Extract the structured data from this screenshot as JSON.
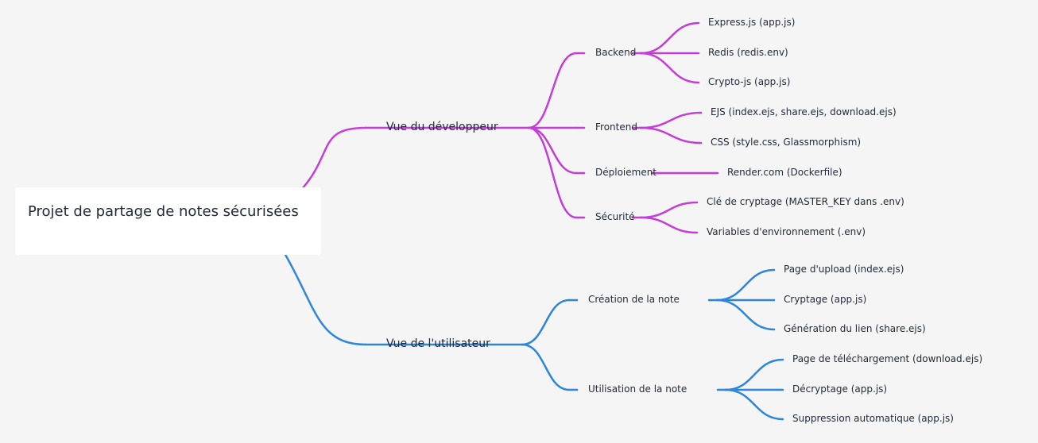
{
  "root": {
    "label": "Projet de partage de notes sécurisées"
  },
  "colors": {
    "developer": "#c23ed6",
    "user": "#2e86d9",
    "background": "#f5f5f5"
  },
  "branches": [
    {
      "label": "Vue du développeur",
      "color_key": "developer",
      "children": [
        {
          "label": "Backend",
          "children": [
            "Express.js (app.js)",
            "Redis (redis.env)",
            "Crypto-js (app.js)"
          ]
        },
        {
          "label": "Frontend",
          "children": [
            "EJS (index.ejs, share.ejs, download.ejs)",
            "CSS (style.css, Glassmorphism)"
          ]
        },
        {
          "label": "Déploiement",
          "children": [
            "Render.com (Dockerfile)"
          ]
        },
        {
          "label": "Sécurité",
          "children": [
            "Clé de cryptage (MASTER_KEY dans .env)",
            "Variables d'environnement (.env)"
          ]
        }
      ]
    },
    {
      "label": "Vue de l'utilisateur",
      "color_key": "user",
      "children": [
        {
          "label": "Création de la note",
          "children": [
            "Page d'upload (index.ejs)",
            "Cryptage (app.js)",
            "Génération du lien (share.ejs)"
          ]
        },
        {
          "label": "Utilisation de la note",
          "children": [
            "Page de téléchargement (download.ejs)",
            "Décryptage (app.js)",
            "Suppression automatique (app.js)"
          ]
        }
      ]
    }
  ]
}
